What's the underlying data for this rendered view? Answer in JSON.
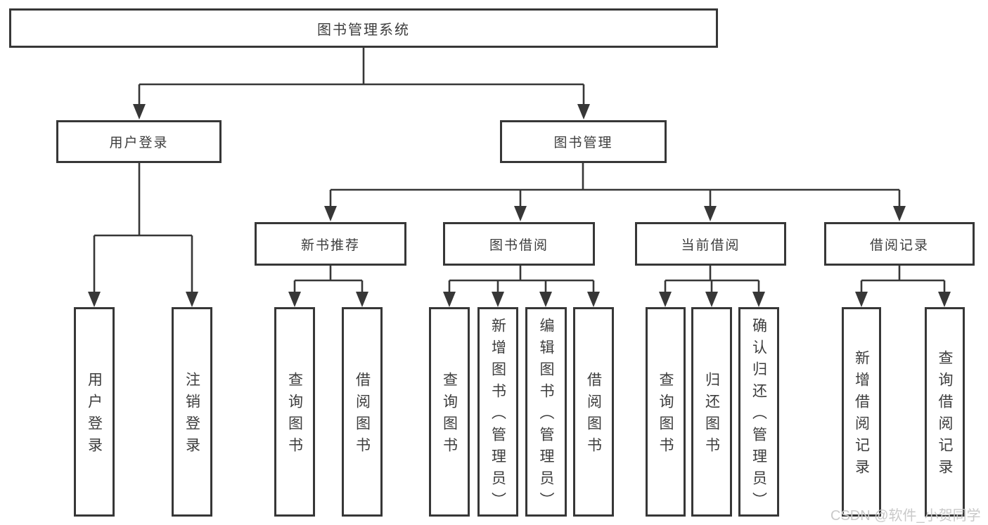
{
  "tree": {
    "root": {
      "label": "图书管理系统"
    },
    "branches": [
      {
        "label": "用户登录",
        "children": [
          {
            "label": "用户登录"
          },
          {
            "label": "注销登录"
          }
        ]
      },
      {
        "label": "图书管理",
        "children": [
          {
            "label": "新书推荐",
            "children": [
              {
                "label": "查询图书"
              },
              {
                "label": "借阅图书"
              }
            ]
          },
          {
            "label": "图书借阅",
            "children": [
              {
                "label": "查询图书"
              },
              {
                "label": "新增图书（管理员）"
              },
              {
                "label": "编辑图书（管理员）"
              },
              {
                "label": "借阅图书"
              }
            ]
          },
          {
            "label": "当前借阅",
            "children": [
              {
                "label": "查询图书"
              },
              {
                "label": "归还图书"
              },
              {
                "label": "确认归还（管理员）"
              }
            ]
          },
          {
            "label": "借阅记录",
            "children": [
              {
                "label": "新增借阅记录"
              },
              {
                "label": "查询借阅记录"
              }
            ]
          }
        ]
      }
    ]
  },
  "watermark": {
    "text": "CSDN @软件_小贺同学"
  },
  "colors": {
    "line": "#373737",
    "box_border": "#373737",
    "text": "#3d3d3d",
    "background": "#ffffff",
    "watermark": "#c9c9c9"
  }
}
